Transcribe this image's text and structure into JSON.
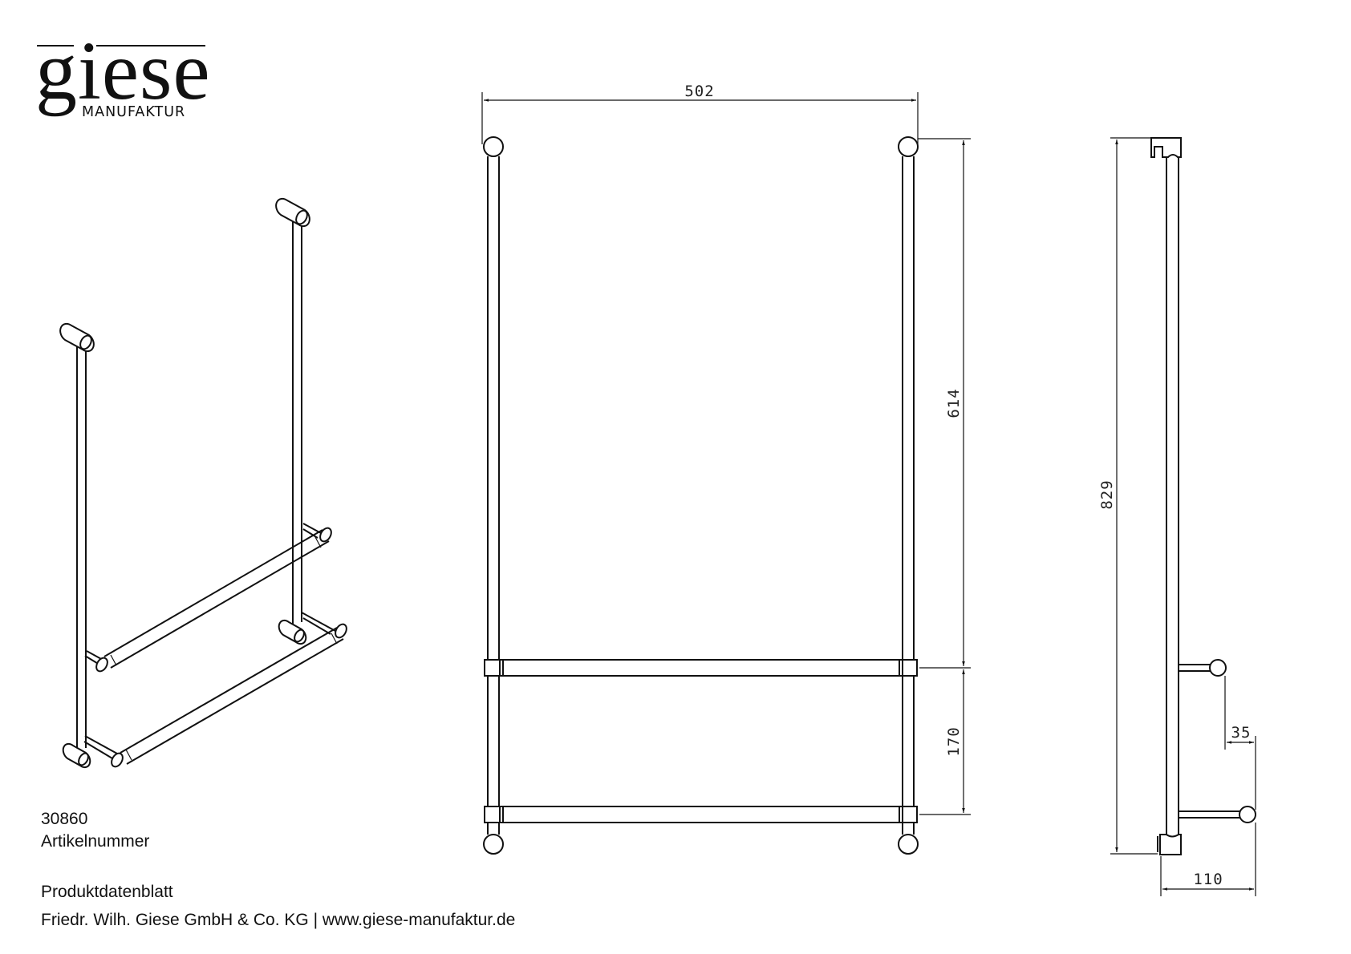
{
  "logo": {
    "brand": "giese",
    "subtitle": "MANUFAKTUR"
  },
  "article": {
    "number": "30860",
    "label": "Artikelnummer"
  },
  "footer": {
    "title": "Produktdatenblatt",
    "company": "Friedr. Wilh. Giese GmbH & Co. KG | www.giese-manufaktur.de"
  },
  "dimensions": {
    "width": "502",
    "upper_height": "614",
    "bar_spacing": "170",
    "total_height": "829",
    "arm_offset": "35",
    "depth": "110"
  },
  "colors": {
    "line": "#111111",
    "background": "#ffffff"
  }
}
